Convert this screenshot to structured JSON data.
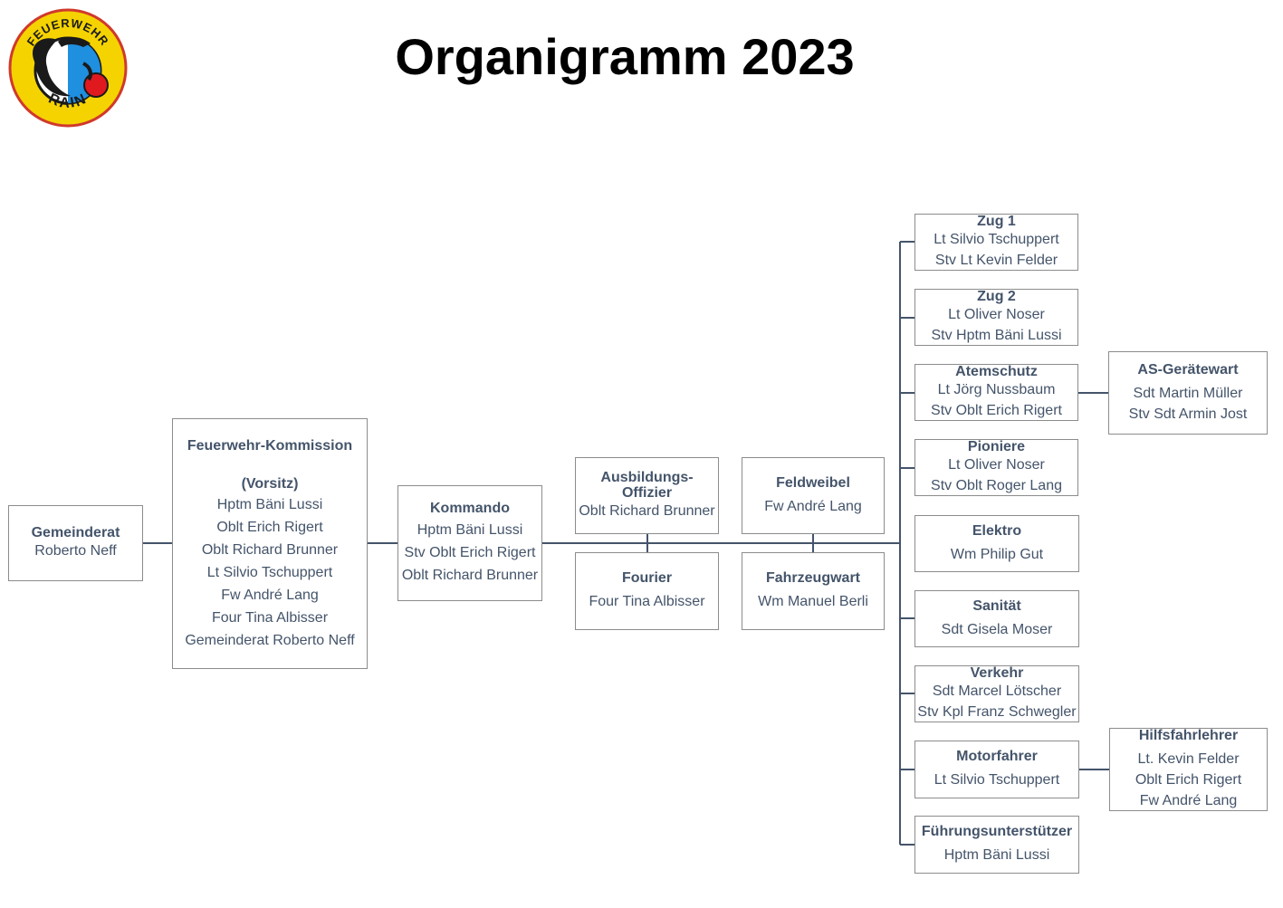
{
  "title": "Organigramm 2023",
  "logo": {
    "text_top": "FEUERWEHR",
    "text_bottom": "RAIN",
    "colors": {
      "ring": "#f5d300",
      "outline": "#d0392b",
      "dragon": "#1a1a1a",
      "blue": "#1f8fe0",
      "red": "#e0191e"
    }
  },
  "colors": {
    "text": "#44546a",
    "line": "#44546a",
    "border": "#8c8c8c",
    "title": "#000000"
  },
  "boxes": {
    "gemeinderat": {
      "title": "Gemeinderat",
      "lines": [
        "Roberto Neff"
      ]
    },
    "kommission": {
      "title": "Feuerwehr-Kommission",
      "subtitle": "(Vorsitz)",
      "lines": [
        "Hptm Bäni Lussi",
        "Oblt Erich Rigert",
        "Oblt Richard Brunner",
        "Lt Silvio Tschuppert",
        "Fw André Lang",
        "Four Tina Albisser",
        "Gemeinderat Roberto Neff"
      ]
    },
    "kommando": {
      "title": "Kommando",
      "lines": [
        "Hptm Bäni Lussi",
        "Stv Oblt Erich Rigert",
        "Oblt Richard Brunner"
      ]
    },
    "ausbildung": {
      "title_line1": "Ausbildungs-",
      "title_line2": "Offizier",
      "lines": [
        "Oblt Richard Brunner"
      ]
    },
    "feldweibel": {
      "title": "Feldweibel",
      "lines": [
        "Fw André Lang"
      ]
    },
    "fourier": {
      "title": "Fourier",
      "lines": [
        "Four Tina Albisser"
      ]
    },
    "fahrzeugwart": {
      "title": "Fahrzeugwart",
      "lines": [
        "Wm Manuel Berli"
      ]
    },
    "zug1": {
      "title": "Zug 1",
      "lines": [
        "Lt Silvio Tschuppert",
        "Stv Lt Kevin Felder"
      ]
    },
    "zug2": {
      "title": "Zug 2",
      "lines": [
        "Lt Oliver Noser",
        "Stv Hptm Bäni Lussi"
      ]
    },
    "atemschutz": {
      "title": "Atemschutz",
      "lines": [
        "Lt Jörg Nussbaum",
        "Stv Oblt Erich Rigert"
      ]
    },
    "pioniere": {
      "title": "Pioniere",
      "lines": [
        "Lt Oliver Noser",
        "Stv Oblt Roger Lang"
      ]
    },
    "elektro": {
      "title": "Elektro",
      "lines": [
        "Wm Philip Gut"
      ]
    },
    "sanitaet": {
      "title": "Sanität",
      "lines": [
        "Sdt Gisela Moser"
      ]
    },
    "verkehr": {
      "title": "Verkehr",
      "lines": [
        "Sdt Marcel Lötscher",
        "Stv Kpl Franz Schwegler"
      ]
    },
    "motorfahrer": {
      "title": "Motorfahrer",
      "lines": [
        "Lt Silvio Tschuppert"
      ]
    },
    "fuehrung": {
      "title": "Führungsunterstützer",
      "lines": [
        "Hptm Bäni Lussi"
      ]
    },
    "asgeraetewart": {
      "title": "AS-Gerätewart",
      "lines": [
        "Sdt Martin Müller",
        "Stv Sdt Armin Jost"
      ]
    },
    "hilfsfahrlehrer": {
      "title": "Hilfsfahrlehrer",
      "lines": [
        "Lt. Kevin Felder",
        "Oblt Erich Rigert",
        "Fw André Lang"
      ]
    }
  }
}
